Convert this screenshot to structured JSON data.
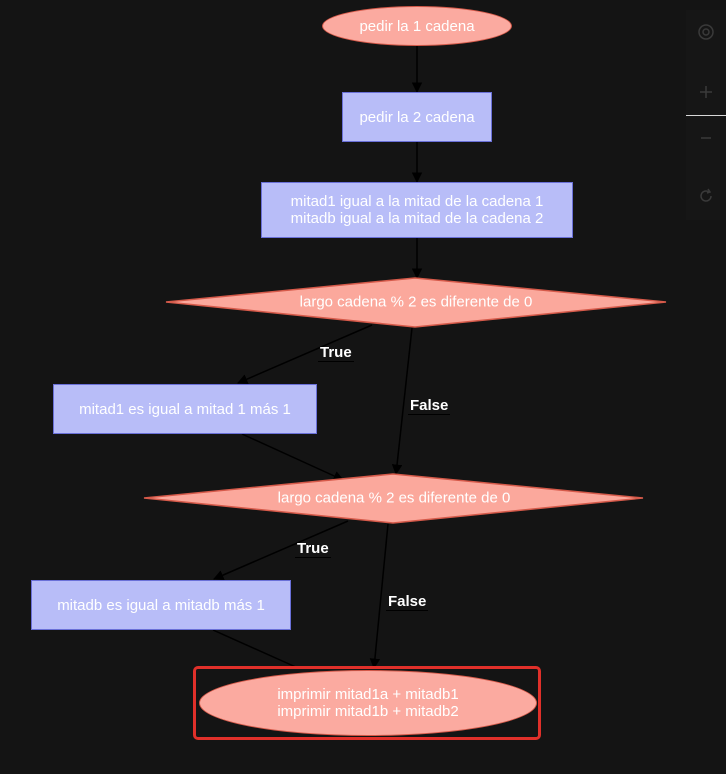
{
  "nodes": {
    "start": "pedir la 1 cadena",
    "input2": "pedir la 2 cadena",
    "assign_line1": "mitad1 igual a la mitad de la cadena 1",
    "assign_line2": "mitadb igual a la mitad de la cadena 2",
    "decision1": "largo cadena % 2 es diferente de 0",
    "inc1": "mitad1 es igual a mitad 1 más 1",
    "decision2": "largo cadena % 2 es diferente de 0",
    "inc2": "mitadb es igual a mitadb más 1",
    "end_line1": "imprimir mitad1a + mitadb1",
    "end_line2": "imprimir mitad1b + mitadb2"
  },
  "edge_labels": {
    "d1_true": "True",
    "d1_false": "False",
    "d2_true": "True",
    "d2_false": "False"
  },
  "colors": {
    "background": "#141414",
    "process_fill": "#b8bdf8",
    "terminal_fill": "#fbaaa0",
    "decision_fill": "#fba89c",
    "highlight": "#e0302a"
  },
  "toolbar": {
    "icons": [
      "target-icon",
      "zoom-in-icon",
      "zoom-out-icon",
      "reset-icon"
    ]
  }
}
